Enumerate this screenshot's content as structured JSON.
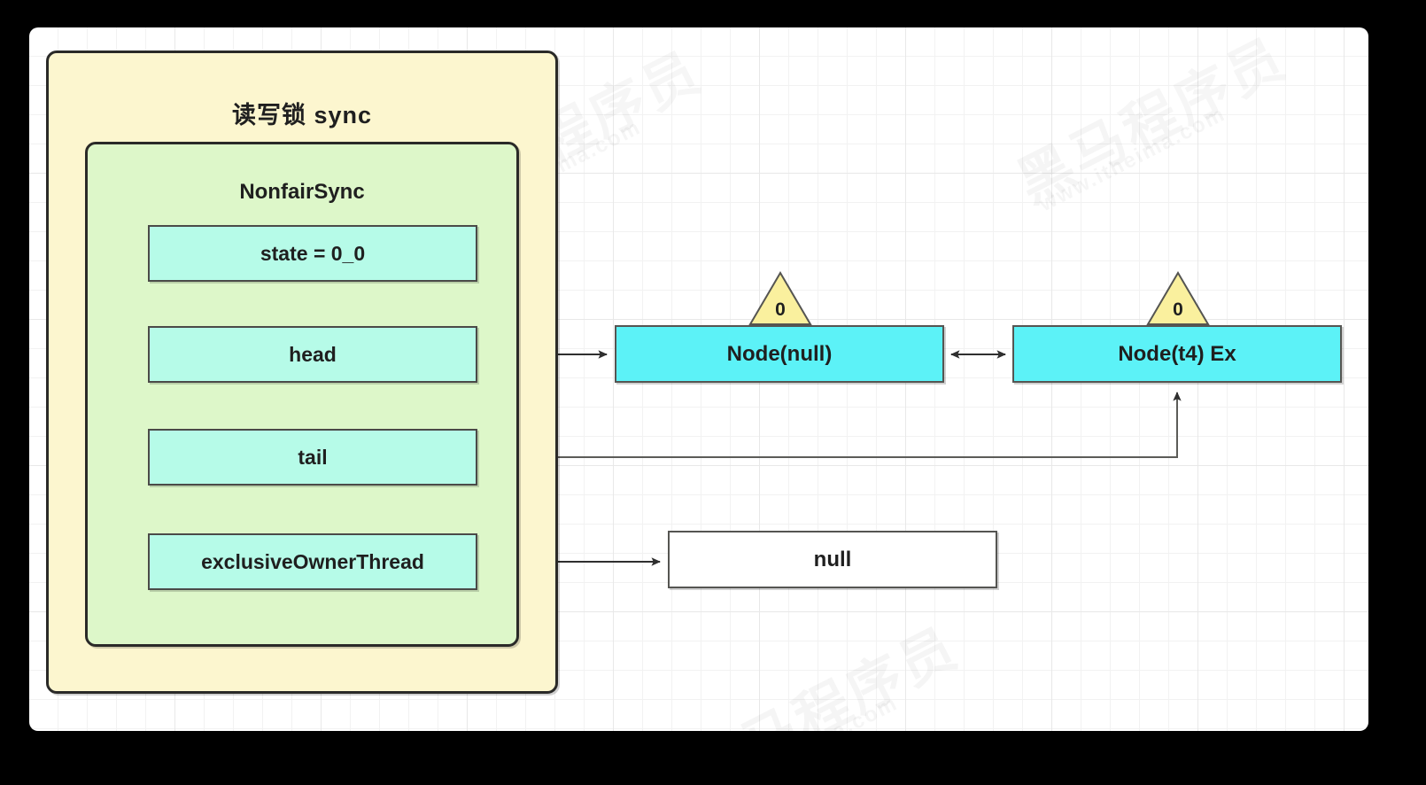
{
  "canvas": {
    "background_color": "#ffffff",
    "frame_color": "#000000",
    "grid_color": "#e8e8e8"
  },
  "watermarks": [
    {
      "text": "黑马程序员",
      "kind": "cn"
    },
    {
      "text": "www.itheima.com",
      "kind": "en"
    },
    {
      "text": "黑马程序员",
      "kind": "cn"
    },
    {
      "text": "www.itheima.com",
      "kind": "en"
    },
    {
      "text": "黑马程序员",
      "kind": "cn"
    },
    {
      "text": "www.itheima.com",
      "kind": "en"
    }
  ],
  "sync_container": {
    "title": "读写锁 sync",
    "fill": "#fcf6cf",
    "stroke": "#2a2a28"
  },
  "nonfair_sync": {
    "title": "NonfairSync",
    "fill": "#ddf7c9",
    "stroke": "#2a2a28",
    "fields": [
      {
        "label": "state = 0_0",
        "name": "state"
      },
      {
        "label": "head",
        "name": "head"
      },
      {
        "label": "tail",
        "name": "tail"
      },
      {
        "label": "exclusiveOwnerThread",
        "name": "exclusiveOwnerThread"
      }
    ],
    "field_fill": "#b6fbe8"
  },
  "queue": {
    "fill": "#5cf2f7",
    "stroke": "#555552",
    "nodes": [
      {
        "label": "Node(null)",
        "wait_status": "0",
        "name": "node-null"
      },
      {
        "label": "Node(t4) Ex",
        "wait_status": "0",
        "name": "node-t4"
      }
    ],
    "wait_status_fill": "#faf09e"
  },
  "owner_value": {
    "label": "null",
    "fill": "#ffffff",
    "stroke": "#555552"
  },
  "connections": [
    {
      "from": "head",
      "to": "Node(null)",
      "style": "single-arrow"
    },
    {
      "from": "Node(null)",
      "to": "Node(t4) Ex",
      "style": "double-arrow"
    },
    {
      "from": "tail",
      "to": "Node(t4) Ex",
      "style": "single-arrow-elbow"
    },
    {
      "from": "exclusiveOwnerThread",
      "to": "null",
      "style": "single-arrow"
    }
  ]
}
